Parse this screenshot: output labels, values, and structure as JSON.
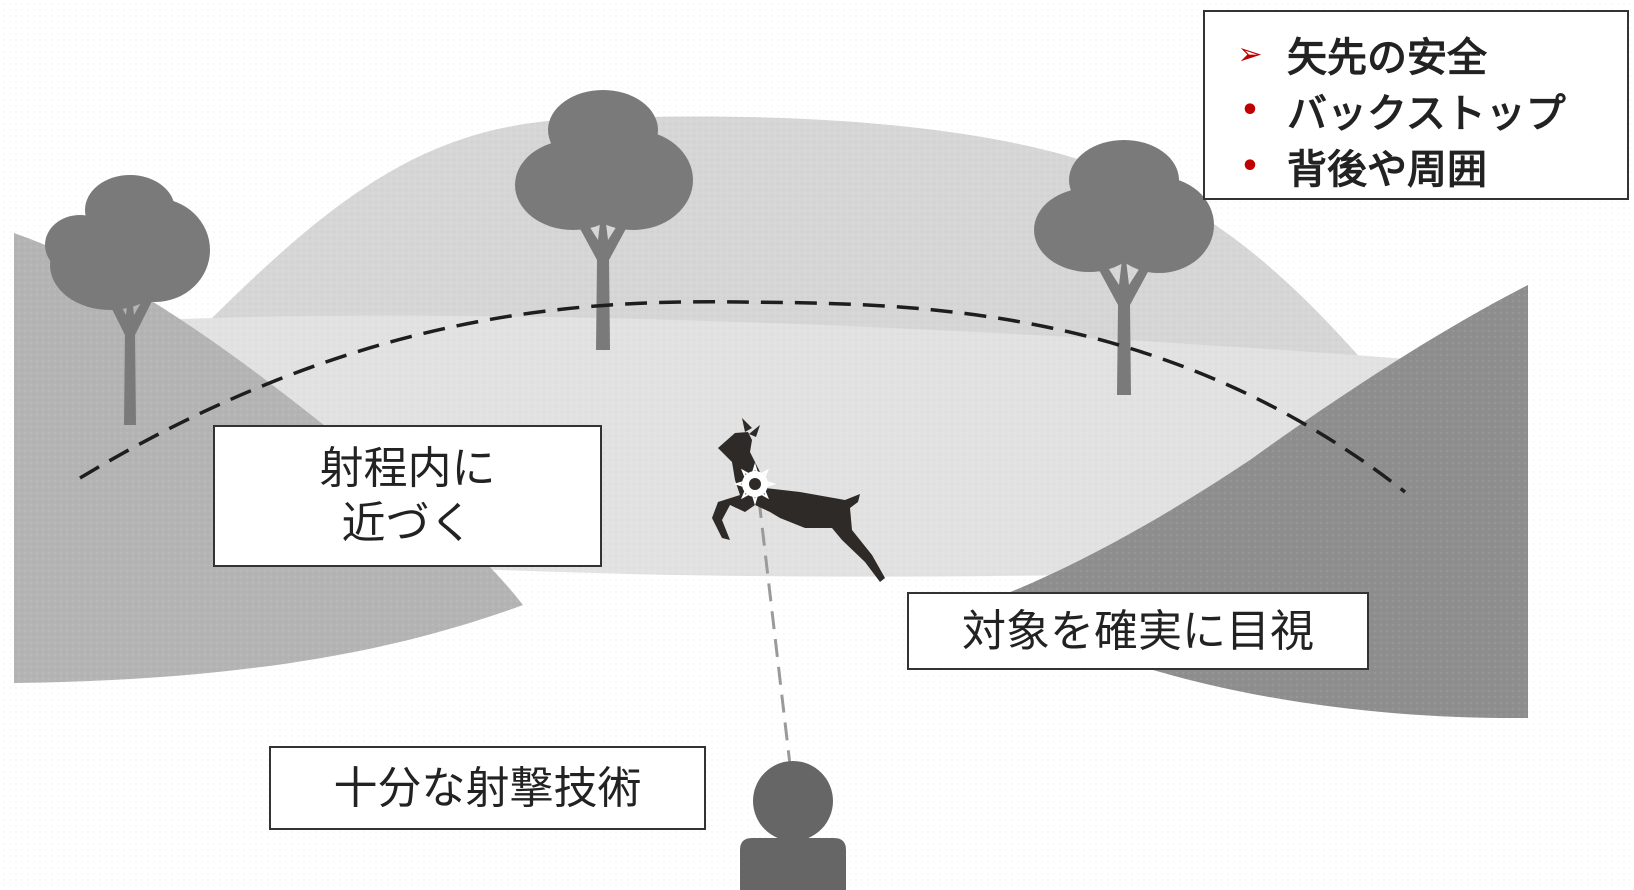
{
  "legend": {
    "heading": "矢先の安全",
    "heading_marker": "➢",
    "bullet_marker": "•",
    "items": [
      "バックストップ",
      "背後や周囲"
    ],
    "marker_color": "#c00000"
  },
  "labels": {
    "approach": [
      "射程内に",
      "近づく"
    ],
    "confirm_target": "対象を確実に目視",
    "shooting_skill": "十分な射撃技術"
  },
  "colors": {
    "far_hill": "#d6d6d6",
    "near_hill": "#b4b4b4",
    "right_hill": "#8e8e8e",
    "meadow": "#e2e2e2",
    "tree": "#7a7a7a",
    "deer": "#2e2a28",
    "hunter": "#666666"
  }
}
